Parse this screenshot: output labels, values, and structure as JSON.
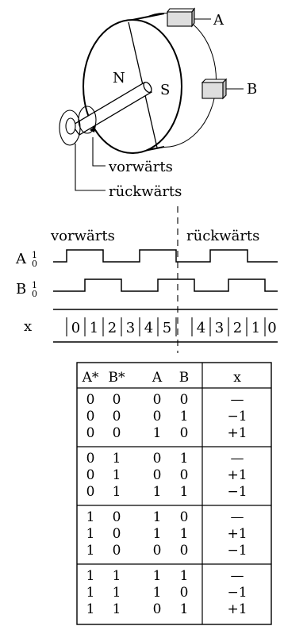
{
  "encoder": {
    "pole_n": "N",
    "pole_s": "S",
    "sensor_a": "A",
    "sensor_b": "B",
    "label_forward": "vorwärts",
    "label_backward": "rückwärts"
  },
  "timing": {
    "label_forward": "vorwärts",
    "label_backward": "rückwärts",
    "signal_a_name": "A",
    "signal_b_name": "B",
    "level_high": "1",
    "level_low": "0",
    "counter_name": "x",
    "counter_values": [
      "0",
      "1",
      "2",
      "3",
      "4",
      "5",
      "4",
      "3",
      "2",
      "1",
      "0"
    ]
  },
  "table": {
    "headers": [
      "A*",
      "B*",
      "A",
      "B",
      "x"
    ],
    "groups": [
      [
        [
          "0",
          "0",
          "0",
          "0",
          "—"
        ],
        [
          "0",
          "0",
          "0",
          "1",
          "−1"
        ],
        [
          "0",
          "0",
          "1",
          "0",
          "+1"
        ]
      ],
      [
        [
          "0",
          "1",
          "0",
          "1",
          "—"
        ],
        [
          "0",
          "1",
          "0",
          "0",
          "+1"
        ],
        [
          "0",
          "1",
          "1",
          "1",
          "−1"
        ]
      ],
      [
        [
          "1",
          "0",
          "1",
          "0",
          "—"
        ],
        [
          "1",
          "0",
          "1",
          "1",
          "+1"
        ],
        [
          "1",
          "0",
          "0",
          "0",
          "−1"
        ]
      ],
      [
        [
          "1",
          "1",
          "1",
          "1",
          "—"
        ],
        [
          "1",
          "1",
          "1",
          "0",
          "−1"
        ],
        [
          "1",
          "1",
          "0",
          "1",
          "+1"
        ]
      ]
    ]
  }
}
